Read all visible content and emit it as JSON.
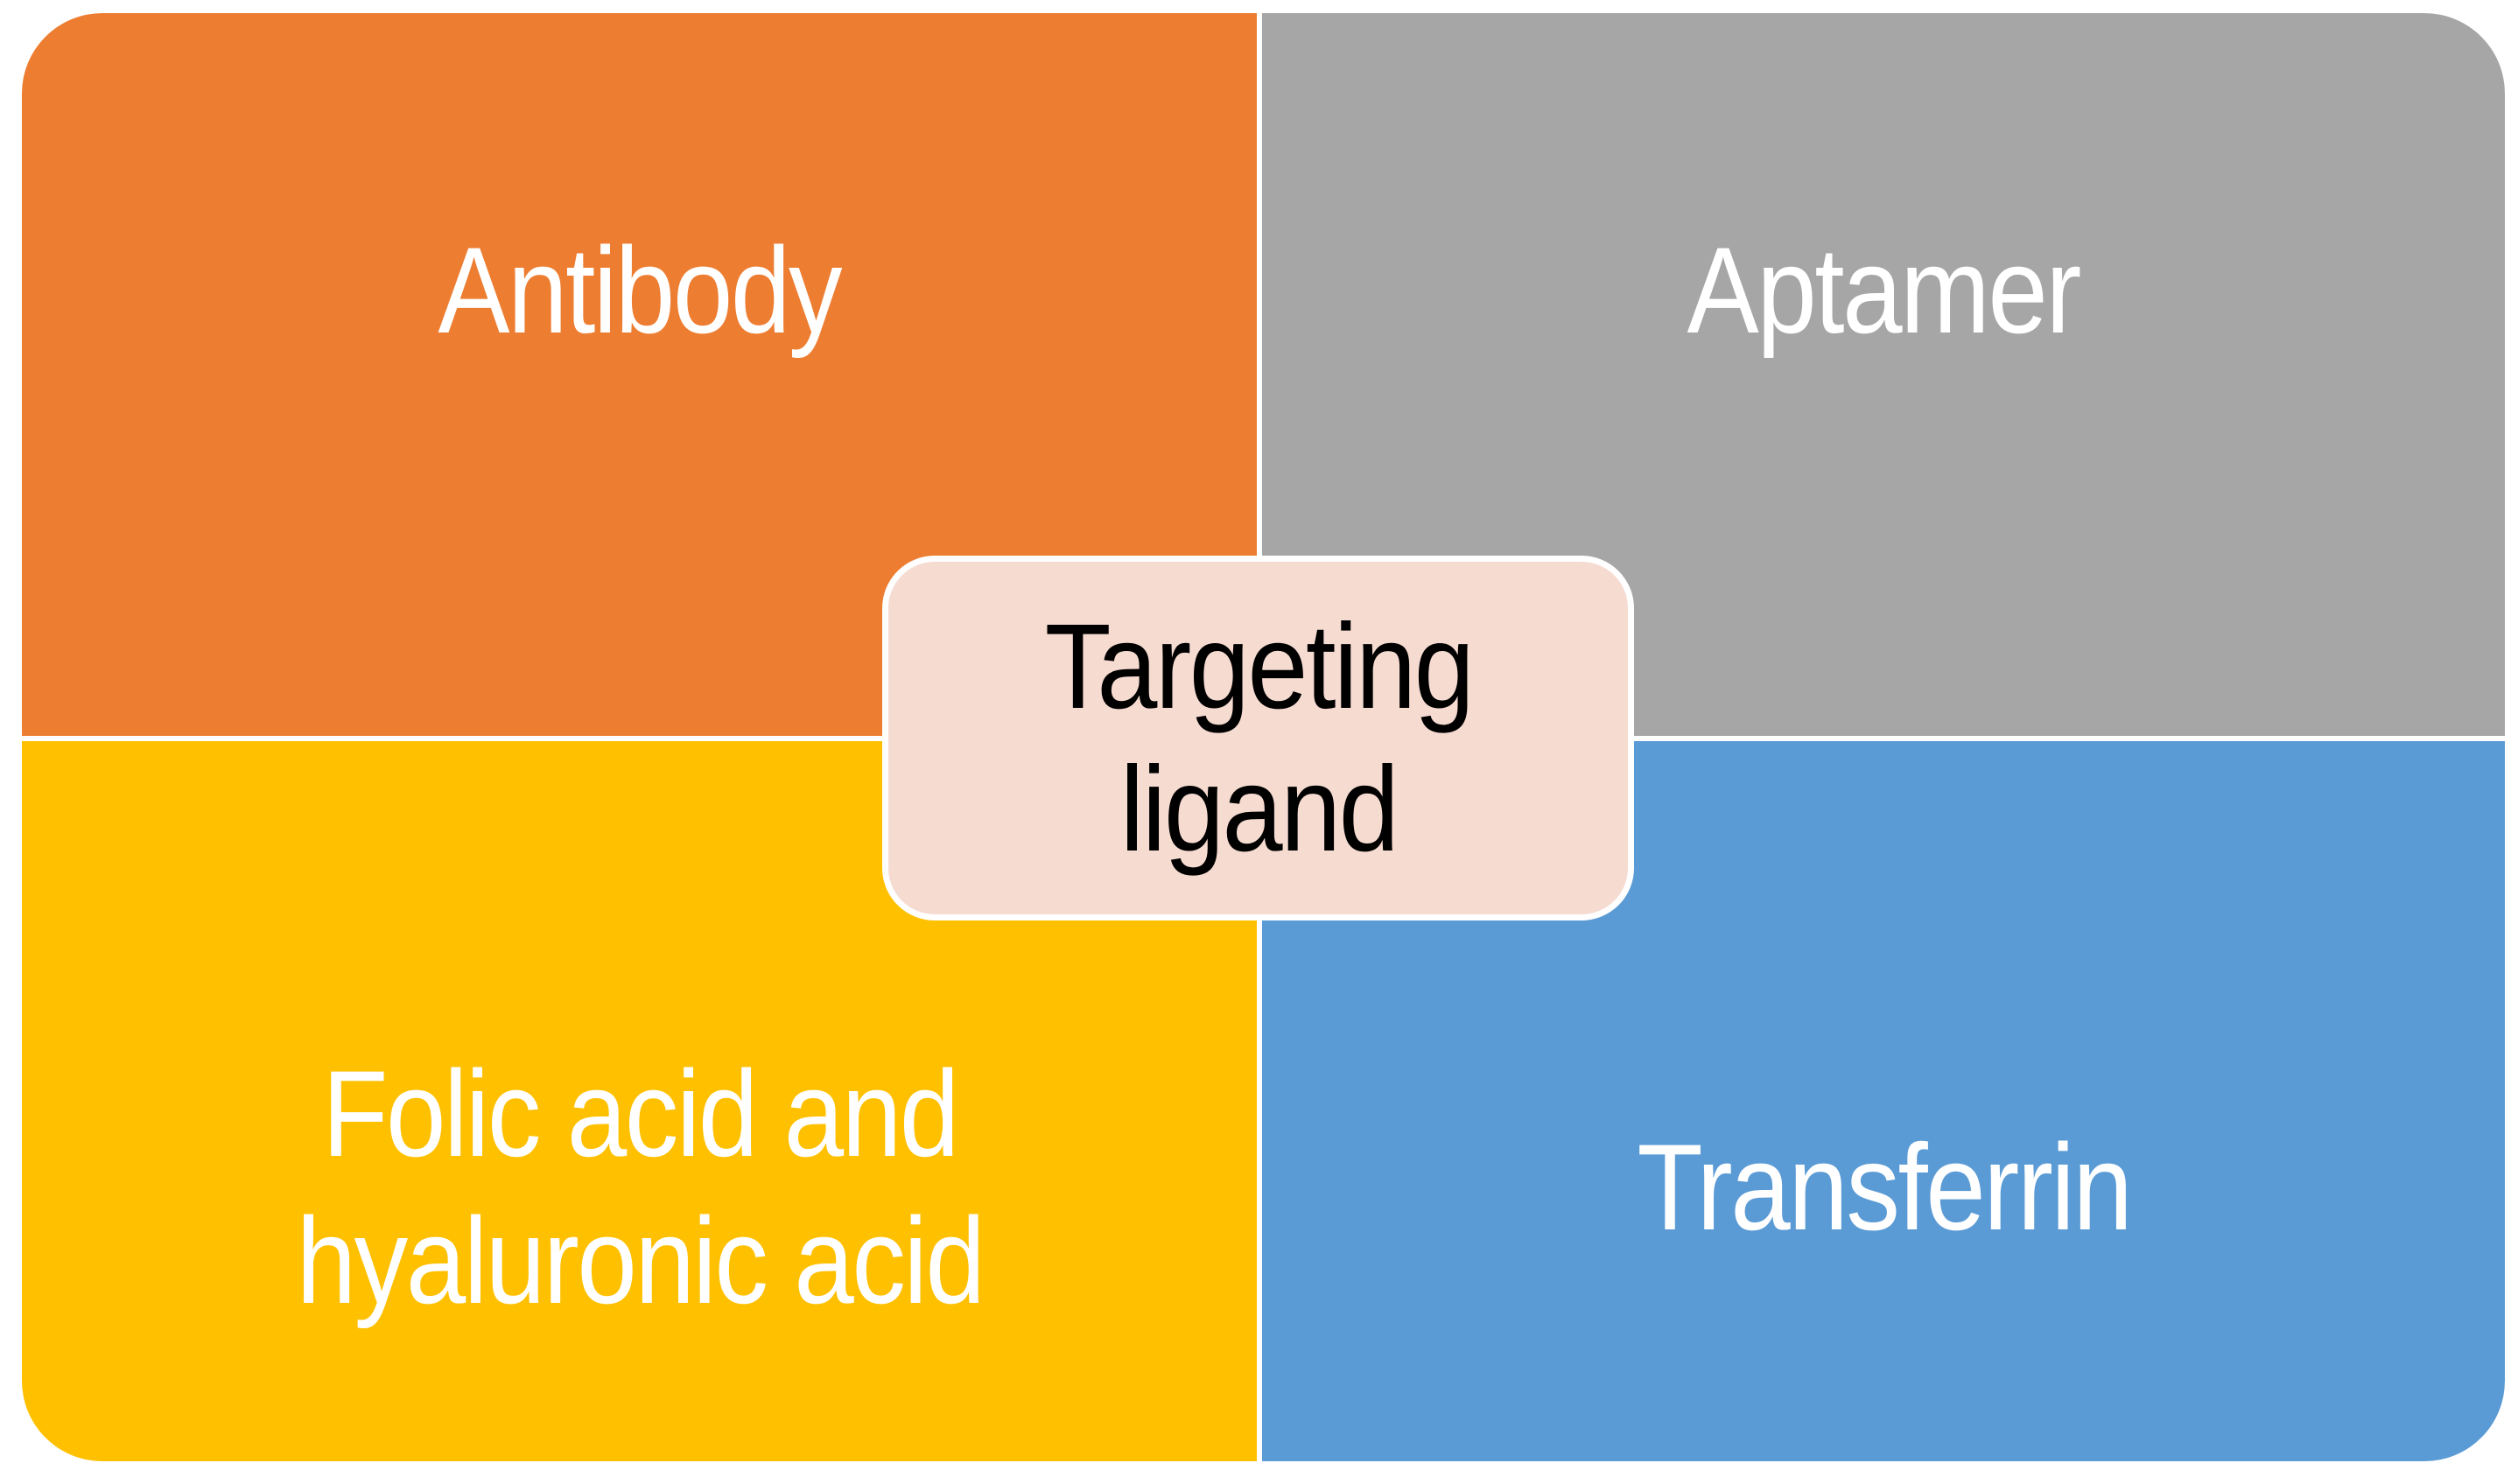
{
  "diagram": {
    "title": "Targeting ligand quadrant diagram",
    "background_color": "#FFFFFF",
    "gutter_color": "#FFFFFF",
    "center": {
      "label": "Targeting ligand",
      "fill_color": "#F6DBD1",
      "border_color": "#FFFFFF",
      "text_color": "#000000"
    },
    "quadrants": [
      {
        "id": "antibody",
        "label": "Antibody",
        "position": "top-left",
        "fill_color": "#ED7D31",
        "text_color": "#FFFFFF"
      },
      {
        "id": "aptamer",
        "label": "Aptamer",
        "position": "top-right",
        "fill_color": "#A6A6A6",
        "text_color": "#FFFFFF"
      },
      {
        "id": "folic",
        "label": "Folic acid and hyaluronic acid",
        "position": "bottom-left",
        "fill_color": "#FFC000",
        "text_color": "#FFFFFF"
      },
      {
        "id": "transferrin",
        "label": "Transferrin",
        "position": "bottom-right",
        "fill_color": "#5B9BD5",
        "text_color": "#FFFFFF"
      }
    ]
  }
}
